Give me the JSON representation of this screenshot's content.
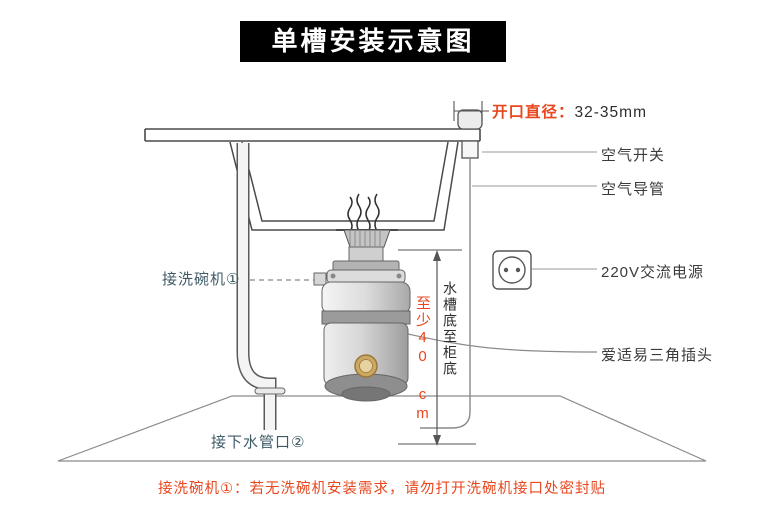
{
  "title": "单槽安装示意图",
  "callouts": {
    "opening_diameter_prefix": "开口直径：",
    "opening_diameter_value": "32-35mm",
    "air_switch": "空气开关",
    "air_duct": "空气导管",
    "power": "220V交流电源",
    "plug": "爱适易三角插头",
    "dishwasher": "接洗碗机①",
    "drain": "接下水管口②",
    "sink_to_cabinet": "水槽底至柜底",
    "min_height": "至少40 cm"
  },
  "footnote": "接洗碗机①：若无洗碗机安装需求，请勿打开洗碗机接口处密封贴",
  "colors": {
    "accent_red": "#e8471f",
    "ink": "#3b3b3b",
    "line_gray": "#8a8a8a",
    "label_teal": "#3f5b66"
  }
}
